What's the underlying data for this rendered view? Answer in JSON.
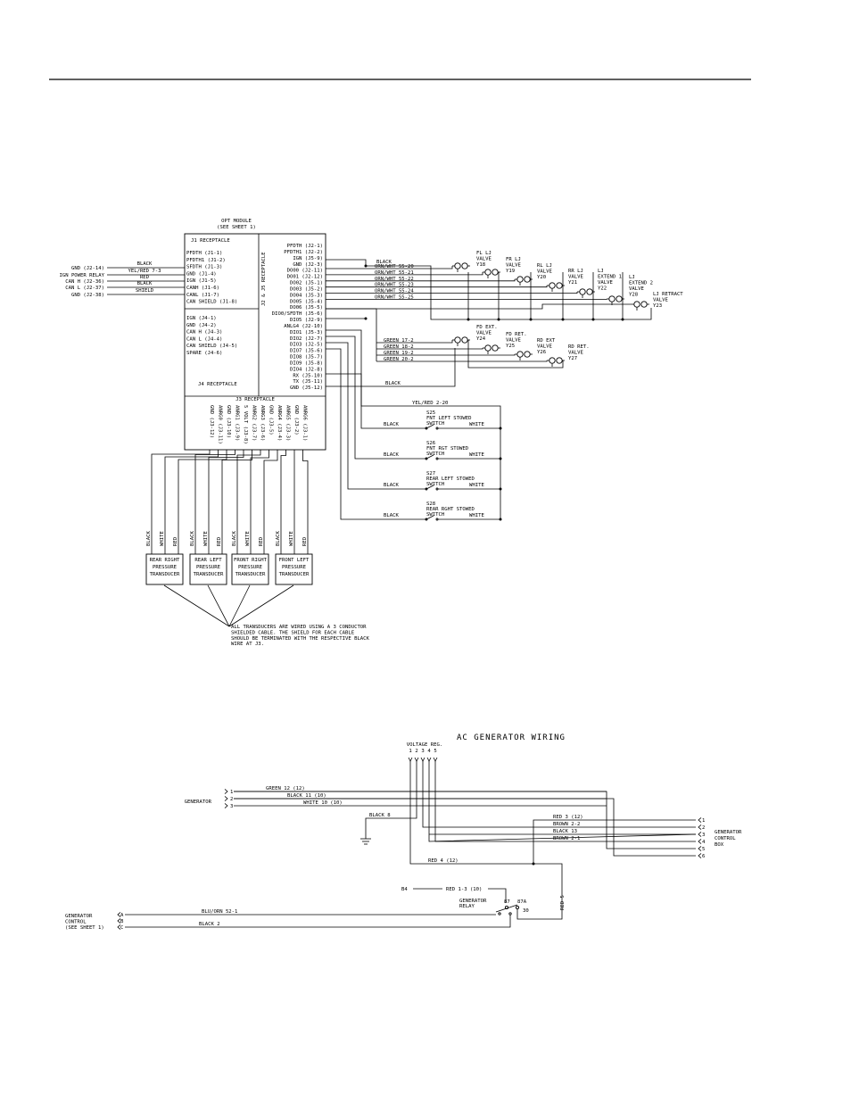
{
  "module": {
    "title": [
      "OPT MODULE",
      "(SEE SHEET 1)"
    ],
    "j1_header": "J1 RECEPTACLE",
    "j1_pins": [
      "PFDTH (J1-1)",
      "PFDTH1 (J1-2)",
      "SFDTH (J1-3)",
      "GND (J1-4)",
      "IGN (J1-5)",
      "CANH (J1-6)",
      "CANL (J1-7)",
      "CAN SHIELD (J1-8)"
    ],
    "j4_pins": [
      "IGN (J4-1)",
      "GND (J4-2)",
      "CAN H (J4-3)",
      "CAN L (J4-4)",
      "CAN SHIELD (J4-5)",
      "SPARE (J4-6)"
    ],
    "j4_footer": "J4 RECEPTACLE",
    "j25_header": "J2 & J5 RECEPTACLE",
    "j25_pins": [
      "PFDTH (J2-1)",
      "PFDTH1 (J2-2)",
      "IGN (J5-9)",
      "GND (J2-3)",
      "DO00 (J2-11)",
      "DO01 (J2-12)",
      "DO02 (J5-1)",
      "DO03 (J5-2)",
      "DO04 (J5-3)",
      "DO05 (J5-4)",
      "DO06 (J5-5)",
      "DIO0/SFDTH (J5-6)",
      "DIO5 (J2-9)",
      "ANLG4 (J2-10)",
      "DIO1 (J5-3)",
      "DIO2 (J2-7)",
      "DIO3 (J2-5)",
      "DIO7 (J5-6)",
      "DIO8 (J5-7)",
      "DIO9 (J5-8)",
      "DIO4 (J2-8)",
      "RX (J5-10)",
      "TX (J5-11)",
      "GND (J5-12)"
    ],
    "j3_header": "J3 RECEPTACLE",
    "j3_pins": [
      "GND (J3-12)",
      "ANRG0 (J3-11)",
      "GND (J3-10)",
      "ANRG1 (J3-9)",
      "5 VOLT (J3-8)",
      "ANRG2 (J3-7)",
      "ANRG3 (J3-6)",
      "GND (J3-5)",
      "ANRG4 (J3-4)",
      "ANRG5 (J3-3)",
      "GND (J3-2)",
      "ANRG6 (J3-1)"
    ]
  },
  "left_inputs": [
    {
      "label": "GND (J2-14)",
      "wire": "BLACK"
    },
    {
      "label": "IGN POWER RELAY",
      "wire": "YEL/RED 7-3"
    },
    {
      "label": "CAN H (J2-36)",
      "wire": "RED"
    },
    {
      "label": "CAN L (J2-37)",
      "wire": "BLACK"
    },
    {
      "label": "GND (J2-38)",
      "wire": "SHIELD"
    }
  ],
  "output_wires": {
    "black": "BLACK",
    "orn": [
      "ORN/WHT 55-20",
      "ORN/WHT 55-21",
      "ORN/WHT 55-22",
      "ORN/WHT 55-23",
      "ORN/WHT 55-24",
      "ORN/WHT 55-25"
    ],
    "green": [
      "GREEN 17-2",
      "GREEN 18-2",
      "GREEN 19-2",
      "GREEN 20-2"
    ],
    "black_gnd": "BLACK",
    "yelred": "YEL/RED 2-20"
  },
  "valves": [
    {
      "lines": [
        "FL LJ",
        "VALVE",
        "Y18"
      ]
    },
    {
      "lines": [
        "FR LJ",
        "VALVE",
        "Y19"
      ]
    },
    {
      "lines": [
        "RL LJ",
        "VALVE",
        "Y20"
      ]
    },
    {
      "lines": [
        "RR LJ",
        "VALVE",
        "Y21"
      ]
    },
    {
      "lines": [
        "LJ",
        "EXTEND 1",
        "VALVE",
        "Y22"
      ]
    },
    {
      "lines": [
        "LJ",
        "EXTEND 2",
        "VALVE",
        "Y28"
      ]
    },
    {
      "lines": [
        "LJ RETRACT",
        "VALVE",
        "Y23"
      ]
    },
    {
      "lines": [
        "FD EXT.",
        "VALVE",
        "Y24"
      ]
    },
    {
      "lines": [
        "FD RET.",
        "VALVE",
        "Y25"
      ]
    },
    {
      "lines": [
        "RD EXT",
        "VALVE",
        "Y26"
      ]
    },
    {
      "lines": [
        "RD RET.",
        "VALVE",
        "Y27"
      ]
    }
  ],
  "switches": [
    {
      "id": "S25",
      "name": "FNT LEFT STOWED",
      "type": "SWITCH",
      "left": "BLACK",
      "right": "WHITE"
    },
    {
      "id": "S26",
      "name": "FNT RGT STOWED",
      "type": "SWITCH",
      "left": "BLACK",
      "right": "WHITE"
    },
    {
      "id": "S27",
      "name": "REAR LEFT STOWED",
      "type": "SWITCH",
      "left": "BLACK",
      "right": "WHITE"
    },
    {
      "id": "S28",
      "name": "REAR RGHT STOWED",
      "type": "SWITCH",
      "left": "BLACK",
      "right": "WHITE"
    }
  ],
  "transducers": [
    {
      "name": [
        "REAR RIGHT",
        "PRESSURE",
        "TRANSDUCER"
      ],
      "wires": [
        "BLACK",
        "WHITE",
        "RED"
      ]
    },
    {
      "name": [
        "REAR LEFT",
        "PRESSURE",
        "TRANSDUCER"
      ],
      "wires": [
        "BLACK",
        "WHITE",
        "RED"
      ]
    },
    {
      "name": [
        "FRONT RIGHT",
        "PRESSURE",
        "TRANSDUCER"
      ],
      "wires": [
        "BLACK",
        "WHITE",
        "RED"
      ]
    },
    {
      "name": [
        "FRONT LEFT",
        "PRESSURE",
        "TRANSDUCER"
      ],
      "wires": [
        "BLACK",
        "WHITE",
        "RED"
      ]
    }
  ],
  "transducer_note": [
    "ALL TRANSDUCERS ARE WIRED USING A 3 CONDUCTOR",
    "SHIELDED CABLE.  THE SHIELD FOR EACH CABLE",
    "SHOULD BE TERMINATED WITH THE RESPECTIVE BLACK",
    "WIRE AT J3."
  ],
  "ac": {
    "title": "AC GENERATOR WIRING",
    "vreg_label": "VOLTAGE REG.",
    "vreg_pins": [
      "1",
      "2",
      "3",
      "4",
      "5"
    ],
    "generator_label": "GENERATOR",
    "generator_pins": [
      "1",
      "2",
      "3"
    ],
    "generator_wires": [
      "GREEN 12 (12)",
      "BLACK 11 (10)",
      "WHITE 10 (10)"
    ],
    "black8": "BLACK 8",
    "gcb_wires": [
      "RED 3 (12)",
      "BROWN 2-2",
      "BLACK 13",
      "BROWN 2-1"
    ],
    "gcb_label": [
      "GENERATOR",
      "CONTROL",
      "BOX"
    ],
    "gcb_pins": [
      "1",
      "2",
      "3",
      "4",
      "5",
      "6"
    ],
    "red4": "RED 4 (12)",
    "b4": "B4",
    "red13": "RED 1-3 (10)",
    "relay_label": [
      "GENERATOR",
      "RELAY"
    ],
    "relay_pins": [
      "87",
      "87A",
      "30"
    ],
    "red5": "RED 5",
    "gc_label": [
      "GENERATOR",
      "CONTROL",
      "(SEE SHEET 1)"
    ],
    "gc_pins": [
      "A",
      "B",
      "C"
    ],
    "gc_wires": [
      "BLU/ORN 52-1",
      "BLACK 2"
    ]
  }
}
